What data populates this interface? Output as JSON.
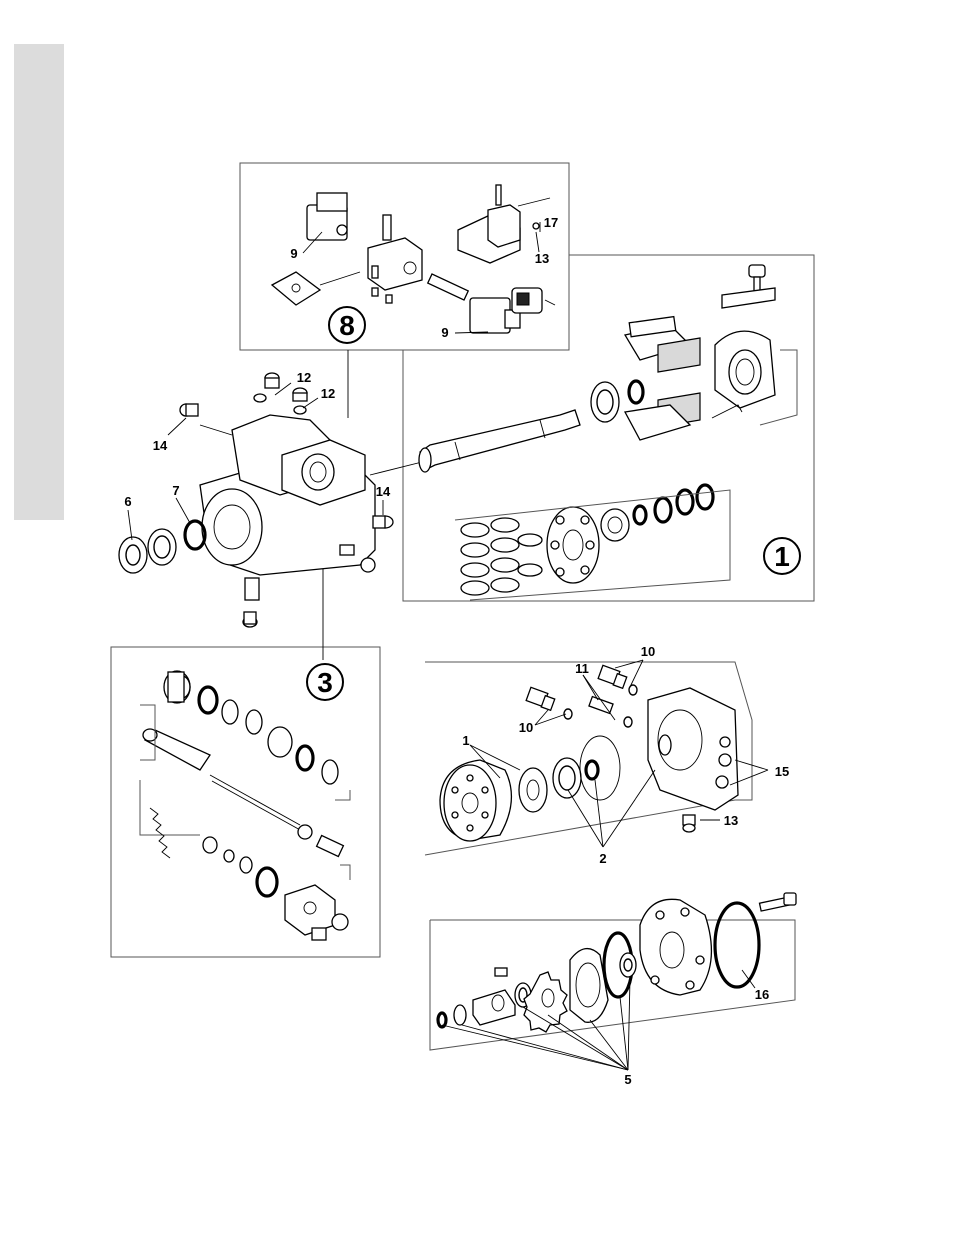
{
  "page": {
    "side_tab_color": "#dcdcdc",
    "line_color": "#000000"
  },
  "groups": [
    {
      "id": "1",
      "label": "1"
    },
    {
      "id": "3",
      "label": "3"
    },
    {
      "id": "8",
      "label": "8"
    }
  ],
  "callouts": [
    "1",
    "2",
    "5",
    "6",
    "7",
    "9",
    "9",
    "10",
    "10",
    "11",
    "12",
    "12",
    "13",
    "13",
    "14",
    "14",
    "15",
    "16",
    "17"
  ]
}
